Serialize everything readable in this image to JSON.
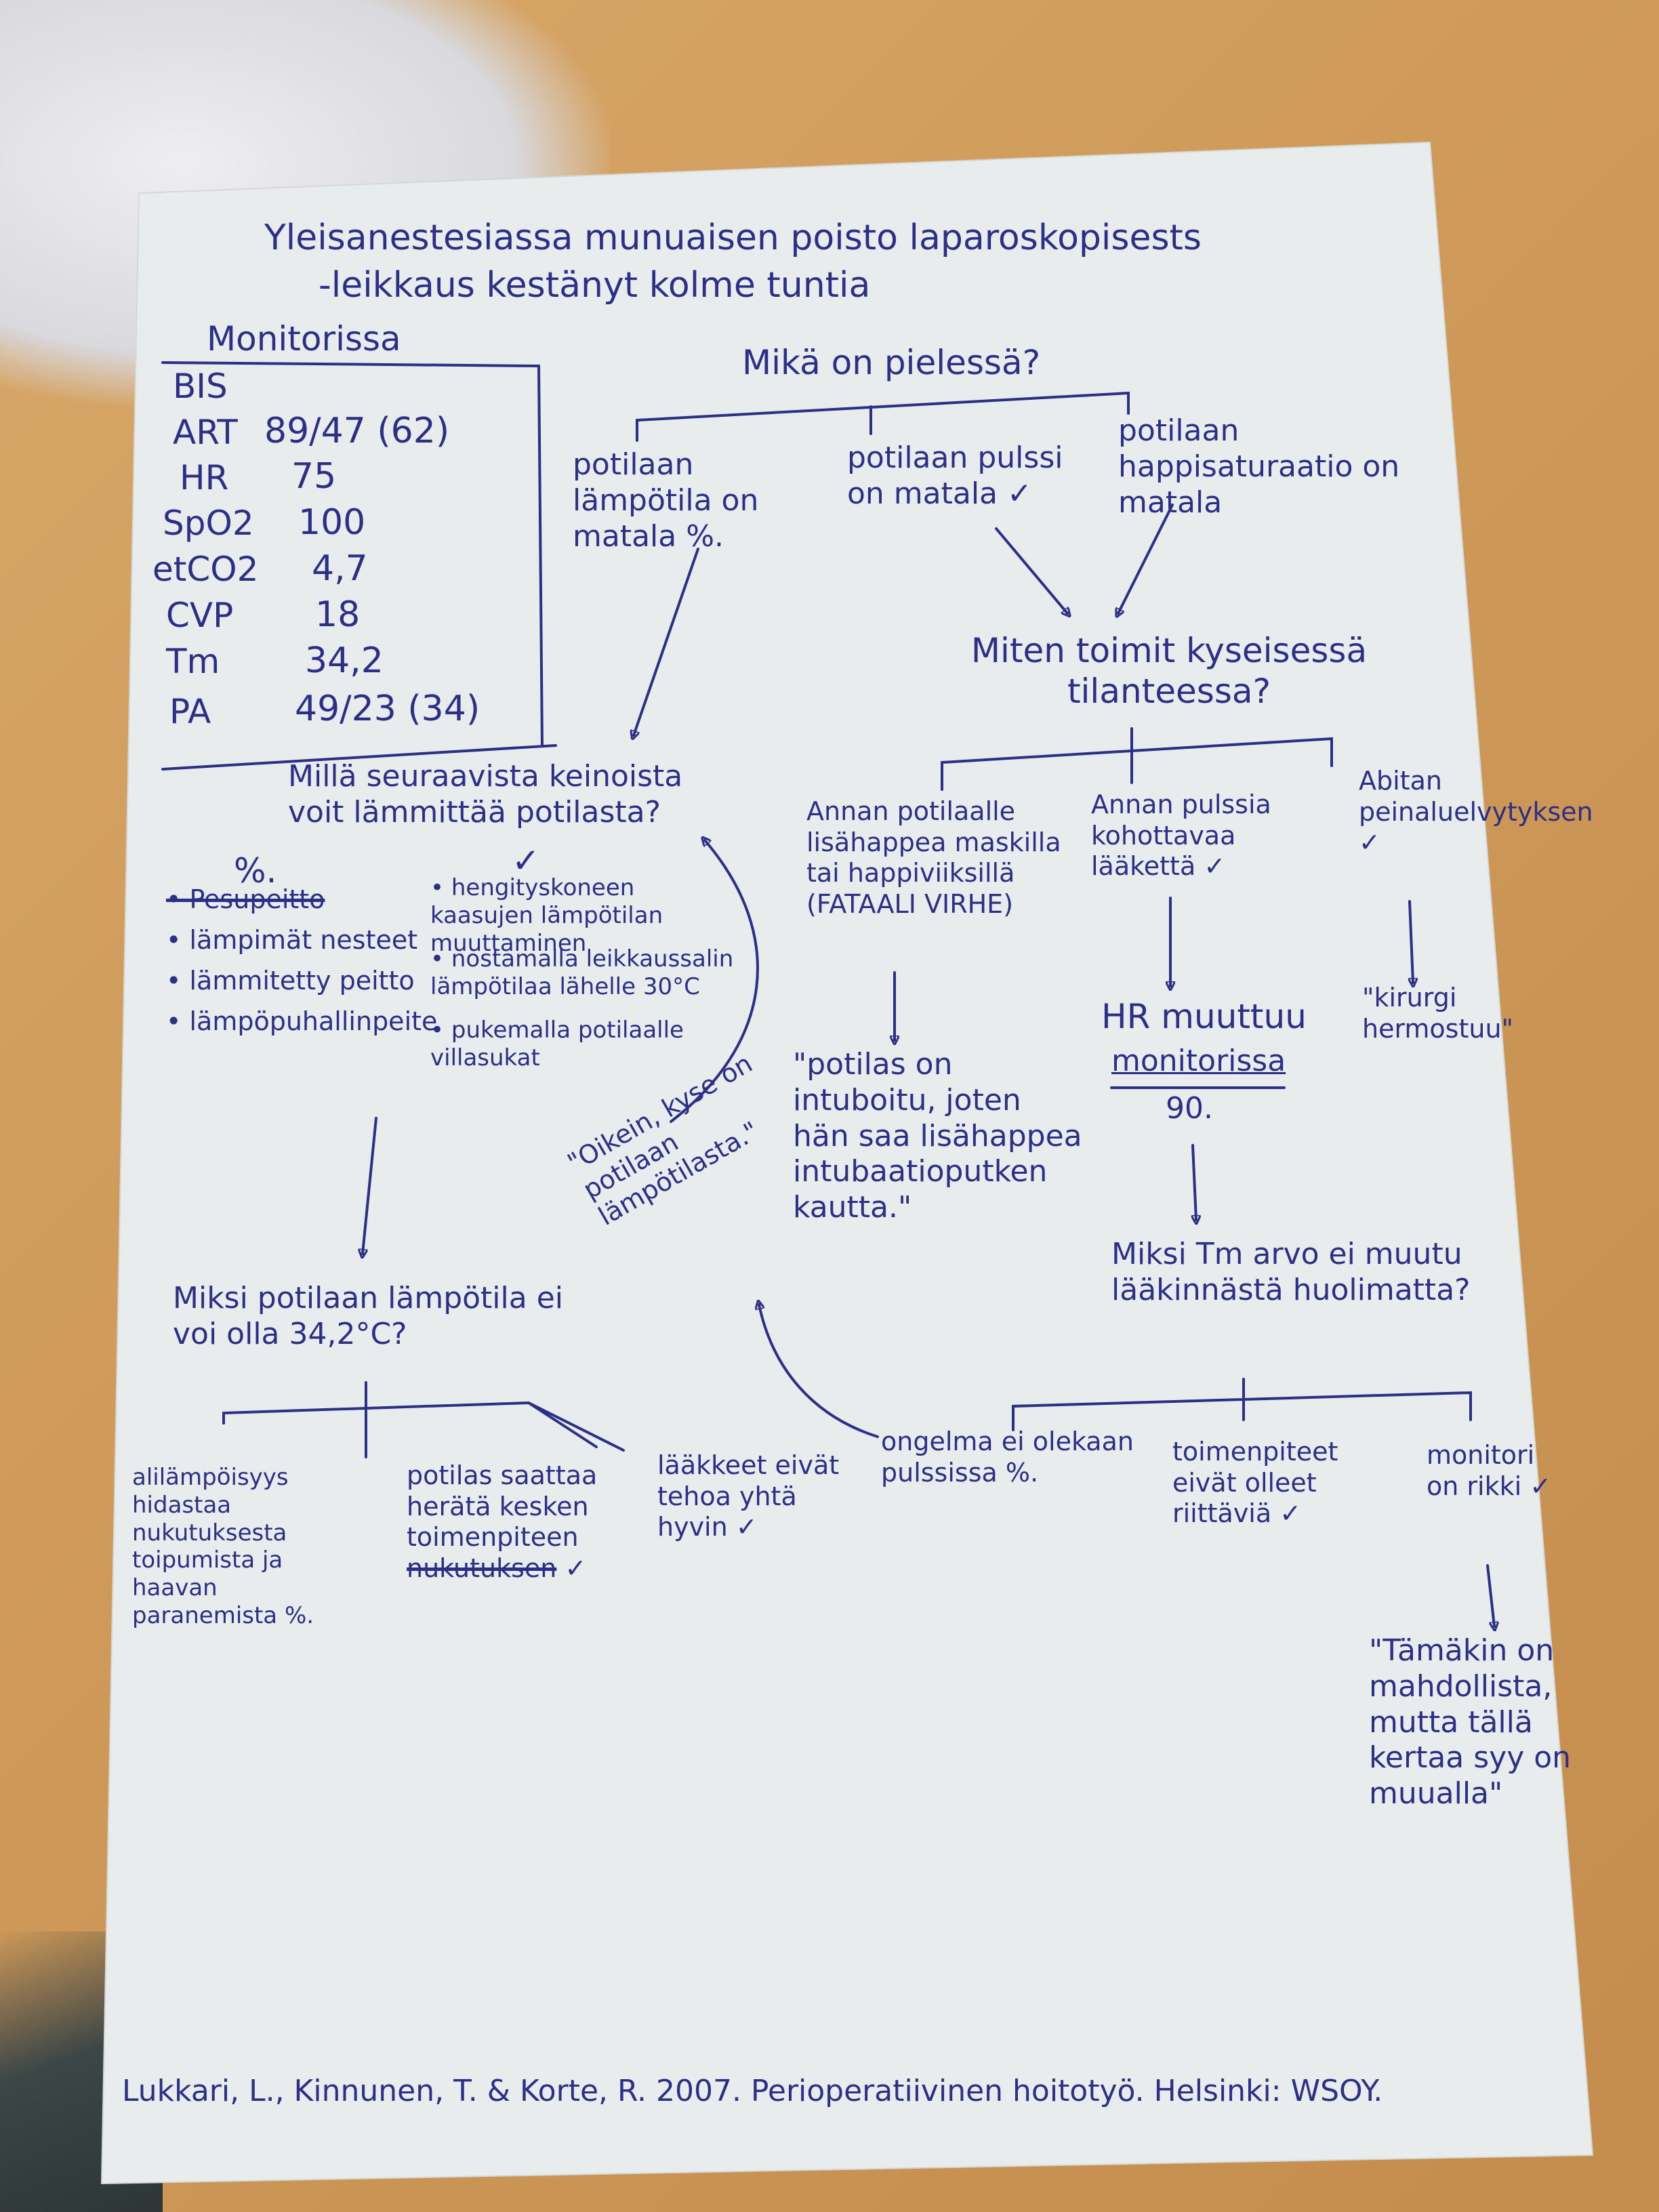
{
  "title_line1": "Yleisanestesiassa munuaisen poisto laparoskopisests",
  "title_line2": "-leikkaus kestänyt kolme tuntia",
  "monitoring": {
    "heading": "Monitorissa",
    "rows": [
      {
        "label": "BIS",
        "value": ""
      },
      {
        "label": "ART",
        "value": "89/47 (62)"
      },
      {
        "label": "HR",
        "value": "75"
      },
      {
        "label": "SpO2",
        "value": "100"
      },
      {
        "label": "etCO2",
        "value": "4,7"
      },
      {
        "label": "CVP",
        "value": "18"
      },
      {
        "label": "Tm",
        "value": "34,2"
      },
      {
        "label": "PA",
        "value": "49/23 (34)"
      }
    ]
  },
  "question_main": "Mikä on pielessä?",
  "options_main": [
    {
      "text": "potilaan lämpötila on matala",
      "mark": "%."
    },
    {
      "text": "potilaan pulssi on matala",
      "mark": "✓"
    },
    {
      "text": "potilaan happisaturaatio on matala",
      "mark": ""
    }
  ],
  "question_act": "Miten toimit kyseisessä tilanteessa?",
  "options_act": [
    {
      "text": "Annan potilaalle lisähappea maskilla tai happiviiksillä",
      "note": "(FATAALI VIRHE)",
      "mark": ""
    },
    {
      "text": "Annan pulssia kohottavaa lääkettä",
      "mark": "✓"
    },
    {
      "text": "Abitan peinaluelvytyksen",
      "mark": "✓"
    }
  ],
  "result_oxygen": "\"potilas on intuboitu, joten hän saa lisähappea intubaatioputken kautta.\"",
  "result_hr_line1": "HR muuttuu",
  "result_hr_line2": "monitorissa",
  "result_hr_line3": "90.",
  "result_surgeon": "\"kirurgi hermostuu\"",
  "question_warm": "Millä seuraavista keinoista voit lämmittää potilasta?",
  "warm_mark_left": "%.",
  "warm_mark_right": "✓",
  "warm_left": [
    "Pesupeitto",
    "lämpimät nesteet",
    "lämmitetty peitto",
    "lämpöpuhallinpeite"
  ],
  "warm_right": [
    "hengityskoneen kaasujen lämpötilan muuttaminen",
    "nostamalla leikkaussalin lämpötilaa lähelle 30°C",
    "pukemalla potilaalle villasukat"
  ],
  "quote_right": "\"Oikein, kyse on potilaan lämpötilasta.\"",
  "question_temp": "Miksi potilaan lämpötila ei voi olla 34,2°C?",
  "temp_reasons": [
    {
      "text": "alilämpöisyys hidastaa nukutuksesta toipumista ja haavan paranemista",
      "mark": "%."
    },
    {
      "text": "potilas saattaa herätä kesken toimenpiteen",
      "struck": "nukutuksen",
      "mark": "✓"
    },
    {
      "text": "lääkkeet eivät tehoa yhtä hyvin",
      "mark": "✓"
    }
  ],
  "problem_not_pulse": "ongelma ei olekaan pulssissa",
  "problem_mark": "%.",
  "question_tm": "Miksi Tm arvo ei muutu lääkinnästä huolimatta?",
  "tm_reasons": [
    {
      "text": "toimenpiteet eivät olleet riittäviä",
      "mark": "✓"
    },
    {
      "text": "monitori on rikki",
      "mark": "✓"
    }
  ],
  "quote_monitor": "\"Tämäkin on mahdollista, mutta tällä kertaa syy on muualla\"",
  "reference": "Lukkari, L., Kinnunen, T. & Korte, R. 2007. Perioperatiivinen hoitotyö. Helsinki: WSOY."
}
